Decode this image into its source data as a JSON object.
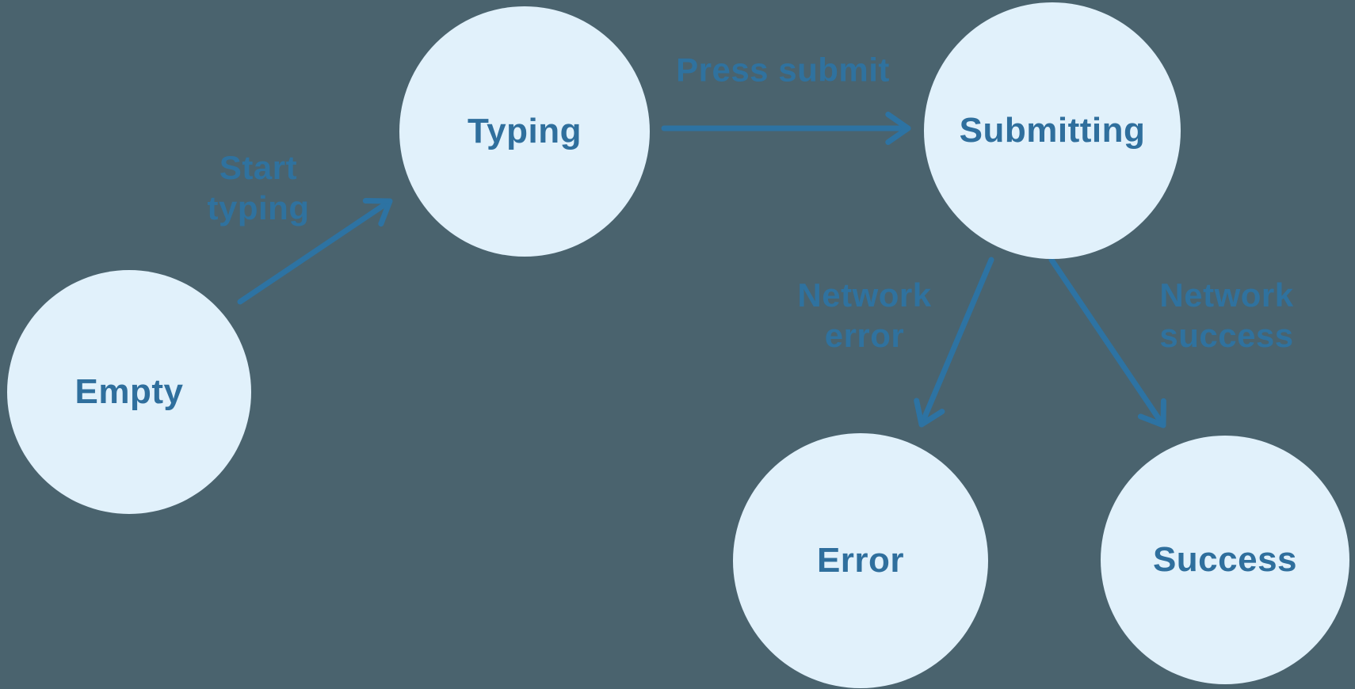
{
  "diagram": {
    "type": "state-machine",
    "colors": {
      "background": "#4a636e",
      "node_fill": "#e1f1fb",
      "node_text": "#2f6f9d",
      "arrow": "#2d73a3",
      "edge_label": "#2d73a3"
    },
    "nodes": [
      {
        "id": "empty",
        "label": "Empty"
      },
      {
        "id": "typing",
        "label": "Typing"
      },
      {
        "id": "submitting",
        "label": "Submitting"
      },
      {
        "id": "error",
        "label": "Error"
      },
      {
        "id": "success",
        "label": "Success"
      }
    ],
    "edges": [
      {
        "from": "Empty",
        "to": "Typing",
        "label": "Start\ntyping"
      },
      {
        "from": "Typing",
        "to": "Submitting",
        "label": "Press submit"
      },
      {
        "from": "Submitting",
        "to": "Error",
        "label": "Network\nerror"
      },
      {
        "from": "Submitting",
        "to": "Success",
        "label": "Network\nsuccess"
      }
    ]
  }
}
